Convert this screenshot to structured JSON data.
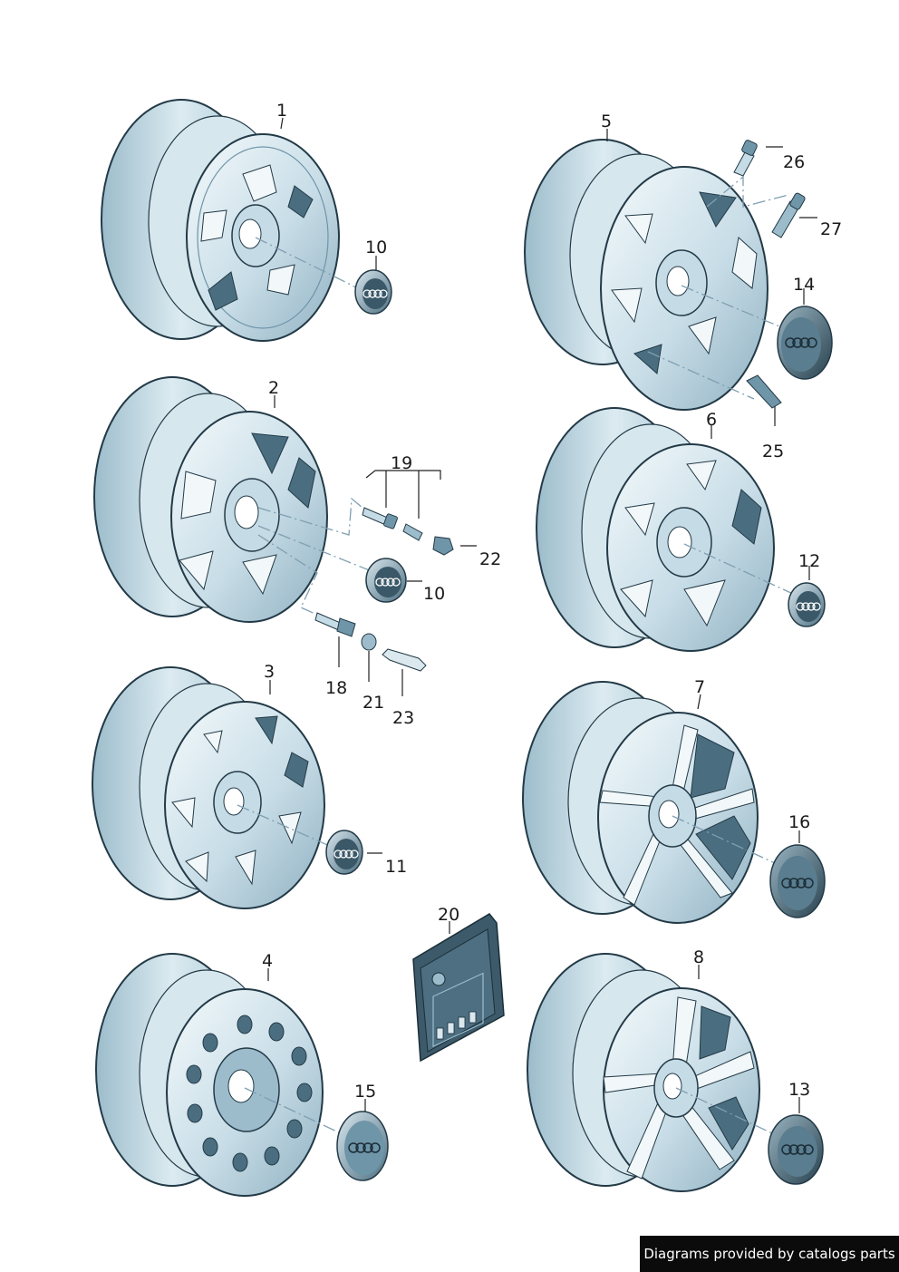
{
  "callouts": {
    "c1": "1",
    "c2": "2",
    "c3": "3",
    "c4": "4",
    "c5": "5",
    "c6": "6",
    "c7": "7",
    "c8": "8",
    "c10a": "10",
    "c10b": "10",
    "c11": "11",
    "c12": "12",
    "c13": "13",
    "c14": "14",
    "c15": "15",
    "c16": "16",
    "c18": "18",
    "c19": "19",
    "c20": "20",
    "c21": "21",
    "c22": "22",
    "c23": "23",
    "c25": "25",
    "c26": "26",
    "c27": "27"
  },
  "footer": {
    "credit": "Diagrams provided by catalogs parts"
  },
  "colors": {
    "rim_light": "#e8f3f7",
    "rim_mid": "#b9d3df",
    "rim_dark": "#6f95a8",
    "outline": "#233a47",
    "cap_dark": "#2f4a5a",
    "spoke_hole": "#4a6e80"
  },
  "icons": {
    "center_cap_logo": "four-rings-logo",
    "kit_bag": "parts-kit-bag"
  }
}
